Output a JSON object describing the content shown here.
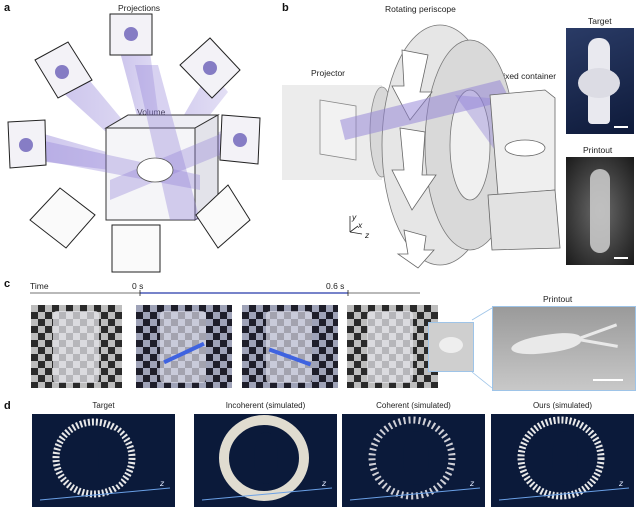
{
  "panel_a": {
    "letter": "a",
    "projections_label": "Projections",
    "volume_label": "Volume"
  },
  "panel_b": {
    "letter": "b",
    "rotating_periscope_label": "Rotating periscope",
    "projector_label": "Projector",
    "fixed_container_label": "Fixed container",
    "target_label": "Target",
    "printout_label": "Printout",
    "axis_y": "y",
    "axis_x": "x",
    "axis_z": "z"
  },
  "panel_c": {
    "letter": "c",
    "time_label": "Time",
    "t0_label": "0 s",
    "t1_label": "0.6 s",
    "printout_label": "Printout"
  },
  "panel_d": {
    "letter": "d",
    "titles": [
      "Target",
      "Incoherent (simulated)",
      "Coherent (simulated)",
      "Ours (simulated)"
    ],
    "axis_label": "z"
  },
  "colors": {
    "beam": "#8f7fd6",
    "navy": "#0b1a3a",
    "axis_blue": "#6aa0e6"
  }
}
